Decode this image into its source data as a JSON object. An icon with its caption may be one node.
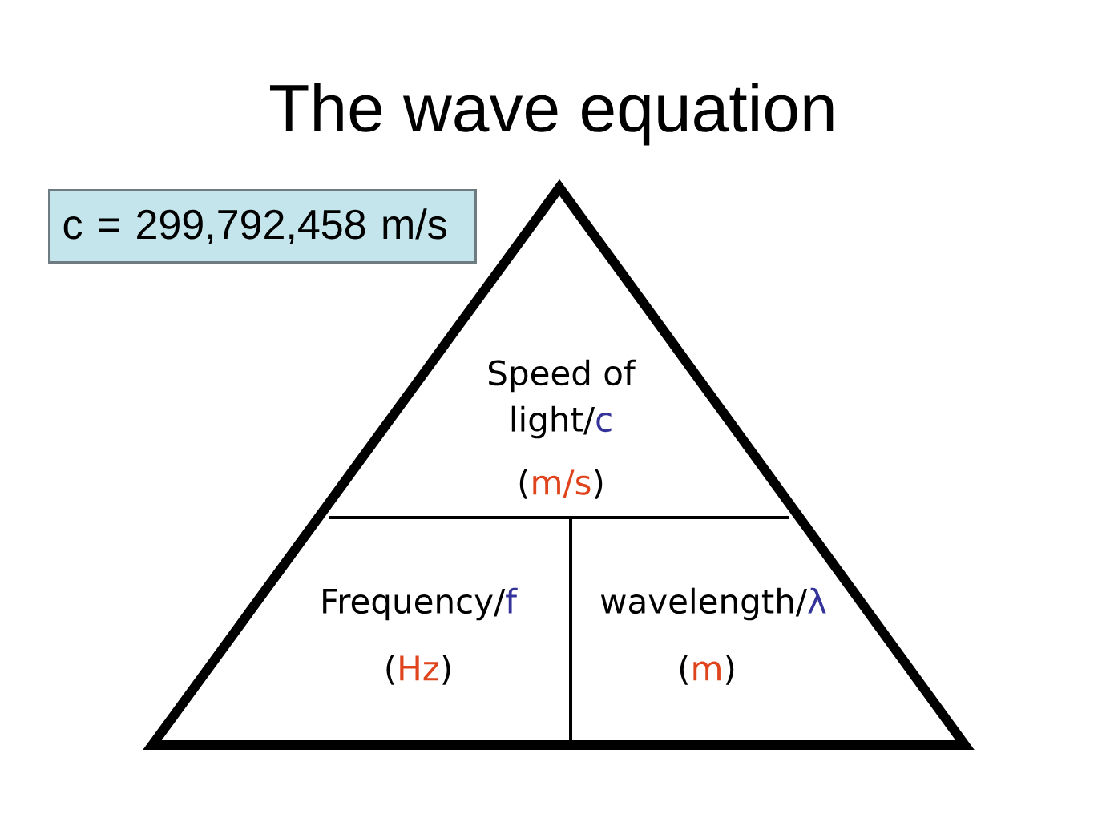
{
  "diagram": {
    "title": "The wave equation",
    "nodes": [
      {
        "text": [
          "c = 299,792,458 m/s"
        ]
      },
      {
        "text": [],
        "shape": "triangle"
      },
      {
        "text": [
          "Speed of light/c",
          "(m/s)"
        ],
        "in": 1
      },
      {
        "text": [
          "Frequency/f",
          "(Hz)"
        ],
        "in": 1
      },
      {
        "text": [
          "wavelength/λ",
          "(m)"
        ],
        "in": 1
      }
    ]
  }
}
